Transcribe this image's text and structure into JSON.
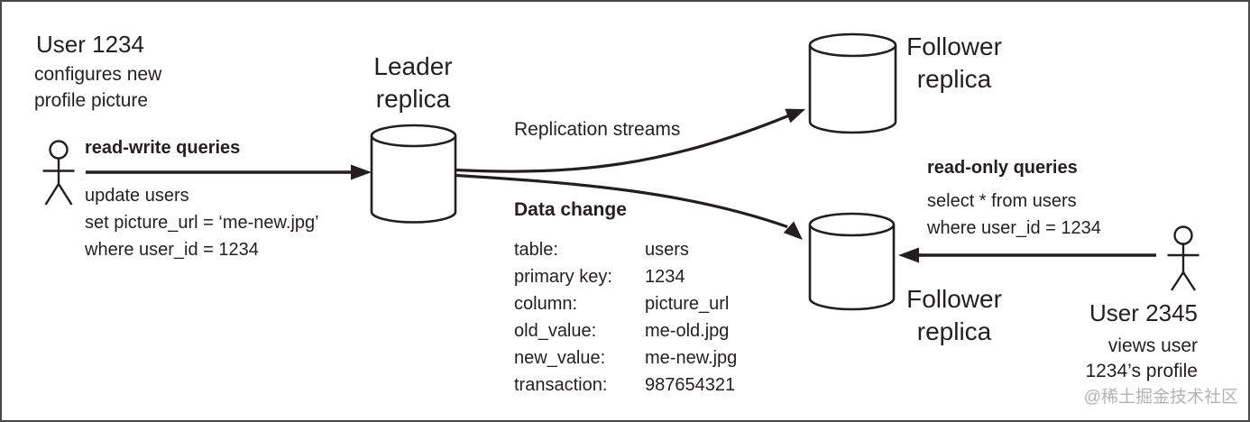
{
  "left_user": {
    "title": "User 1234",
    "desc1": "configures new",
    "desc2": "profile picture",
    "query_label": "read-write queries",
    "query1": "update users",
    "query2": "set picture_url = ‘me-new.jpg’",
    "query3": "where user_id = 1234"
  },
  "leader": {
    "name1": "Leader",
    "name2": "replica"
  },
  "replication": {
    "label": "Replication streams"
  },
  "data_change": {
    "title": "Data change",
    "rows": [
      {
        "k": "table:",
        "v": "users"
      },
      {
        "k": "primary key:",
        "v": "1234"
      },
      {
        "k": "column:",
        "v": "picture_url"
      },
      {
        "k": "old_value:",
        "v": "me-old.jpg"
      },
      {
        "k": "new_value:",
        "v": "me-new.jpg"
      },
      {
        "k": "transaction:",
        "v": "987654321"
      }
    ]
  },
  "follower_top": {
    "name1": "Follower",
    "name2": "replica"
  },
  "follower_bottom": {
    "name1": "Follower",
    "name2": "replica"
  },
  "right_user": {
    "query_label": "read-only queries",
    "query1": "select * from users",
    "query2": "where user_id = 1234",
    "title": "User 2345",
    "desc1": "views user",
    "desc2": "1234’s profile"
  },
  "watermark": "@稀土掘金技术社区",
  "colors": {
    "ink": "#231f20",
    "background": "#ffffff",
    "border": "#474747",
    "watermark": "#b3b3b3"
  }
}
